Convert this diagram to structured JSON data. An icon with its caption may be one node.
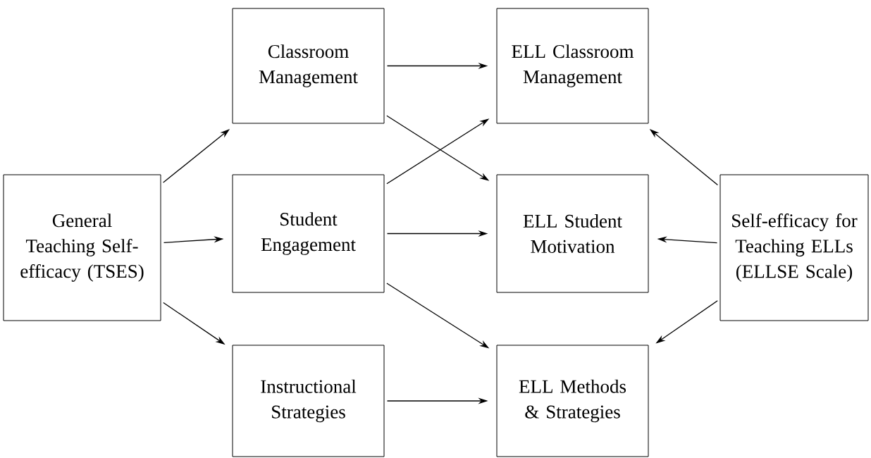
{
  "diagram": {
    "nodes": [
      {
        "text": [
          "General Teaching Self-efficacy (TSES)"
        ]
      },
      {
        "text": [
          "Classroom Management"
        ]
      },
      {
        "text": [
          "Student Engagement"
        ]
      },
      {
        "text": [
          "Instructional Strategies"
        ]
      },
      {
        "text": [
          "ELL Classroom Management"
        ]
      },
      {
        "text": [
          "ELL Student Motivation"
        ]
      },
      {
        "text": [
          "ELL Methods & Strategies"
        ]
      },
      {
        "text": [
          "Self-efficacy for Teaching ELLs (ELLSE Scale)"
        ]
      }
    ],
    "edges": [
      {
        "from": 0,
        "to": 1,
        "arrow": "to"
      },
      {
        "from": 0,
        "to": 2,
        "arrow": "to"
      },
      {
        "from": 0,
        "to": 3,
        "arrow": "to"
      },
      {
        "from": 1,
        "to": 4,
        "arrow": "to"
      },
      {
        "from": 1,
        "to": 5,
        "arrow": "to"
      },
      {
        "from": 2,
        "to": 4,
        "arrow": "to"
      },
      {
        "from": 2,
        "to": 5,
        "arrow": "to"
      },
      {
        "from": 2,
        "to": 6,
        "arrow": "to"
      },
      {
        "from": 3,
        "to": 6,
        "arrow": "to"
      },
      {
        "from": 7,
        "to": 4,
        "arrow": "to"
      },
      {
        "from": 7,
        "to": 5,
        "arrow": "to"
      },
      {
        "from": 7,
        "to": 6,
        "arrow": "to"
      }
    ]
  }
}
